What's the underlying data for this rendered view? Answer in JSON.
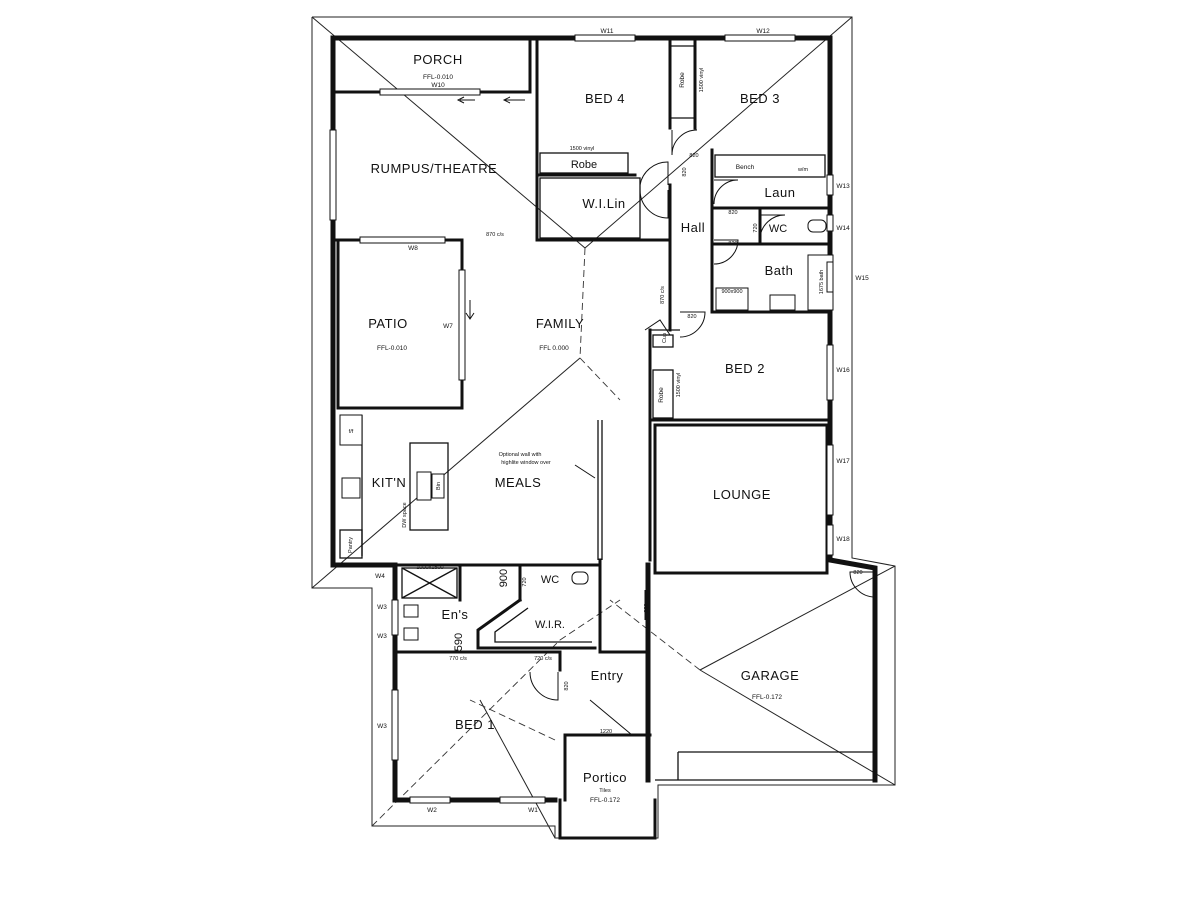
{
  "rooms": {
    "porch": "PORCH",
    "porch_ffl": "FFL-0.010",
    "bed4": "BED 4",
    "bed3": "BED 3",
    "rumpus": "RUMPUS/THEATRE",
    "robe_bed4": "Robe",
    "robe_bed3": "Robe",
    "robe_bed2": "Robe",
    "wilin": "W.I.Lin",
    "hall": "Hall",
    "laun": "Laun",
    "bench": "Bench",
    "wm": "w/m",
    "wc_main": "WC",
    "bath": "Bath",
    "patio": "PATIO",
    "patio_ffl": "FFL-0.010",
    "family": "FAMILY",
    "family_ffl": "FFL 0.000",
    "bed2": "BED 2",
    "kitchen": "KIT'N",
    "meals": "MEALS",
    "lounge": "LOUNGE",
    "ens": "En's",
    "wc_ens": "WC",
    "wir": "W.I.R.",
    "entry": "Entry",
    "garage": "GARAGE",
    "garage_ffl": "FFL-0.172",
    "bed1": "BED 1",
    "portico": "Portico",
    "portico_tiles": "Tiles",
    "portico_ffl": "FFL-0.172",
    "pantry": "Pantry",
    "ff": "f/f",
    "cup": "Cup",
    "dw_space": "DW space",
    "bin": "Bin"
  },
  "windows": {
    "w1": "W1",
    "w2": "W2",
    "w3a": "W3",
    "w3b": "W3",
    "w3c": "W3",
    "w4": "W4",
    "w7": "W7",
    "w8": "W8",
    "w10": "W10",
    "w11": "W11",
    "w12": "W12",
    "w13": "W13",
    "w14": "W14",
    "w15": "W15",
    "w16": "W16",
    "w17": "W17",
    "w18": "W18"
  },
  "notes": {
    "optional_wall_1": "Optional wall with",
    "optional_wall_2": "highlite window over",
    "vinyl_bed4": "1500 vinyl",
    "vinyl_robe3": "1500 vinyl",
    "vinyl_robe2": "1500 vinyl",
    "bath_size": "1675 bath",
    "shower_size": "900x900",
    "ens_shower": "1000x1500",
    "dim_900": "900",
    "dim_590": "590",
    "d_820_a": "820",
    "d_820_b": "820",
    "d_820_c": "820",
    "d_820_d": "820",
    "d_820_e": "820",
    "d_820_f": "820",
    "d_820_g": "820",
    "d_820_h": "820",
    "d_720_a": "720",
    "d_720_b": "720",
    "d_870_a": "870 c/s",
    "d_870_b": "870 c/s",
    "d_770": "770 c/s",
    "d_720_cs": "720 c/s",
    "d_1220": "1220"
  }
}
